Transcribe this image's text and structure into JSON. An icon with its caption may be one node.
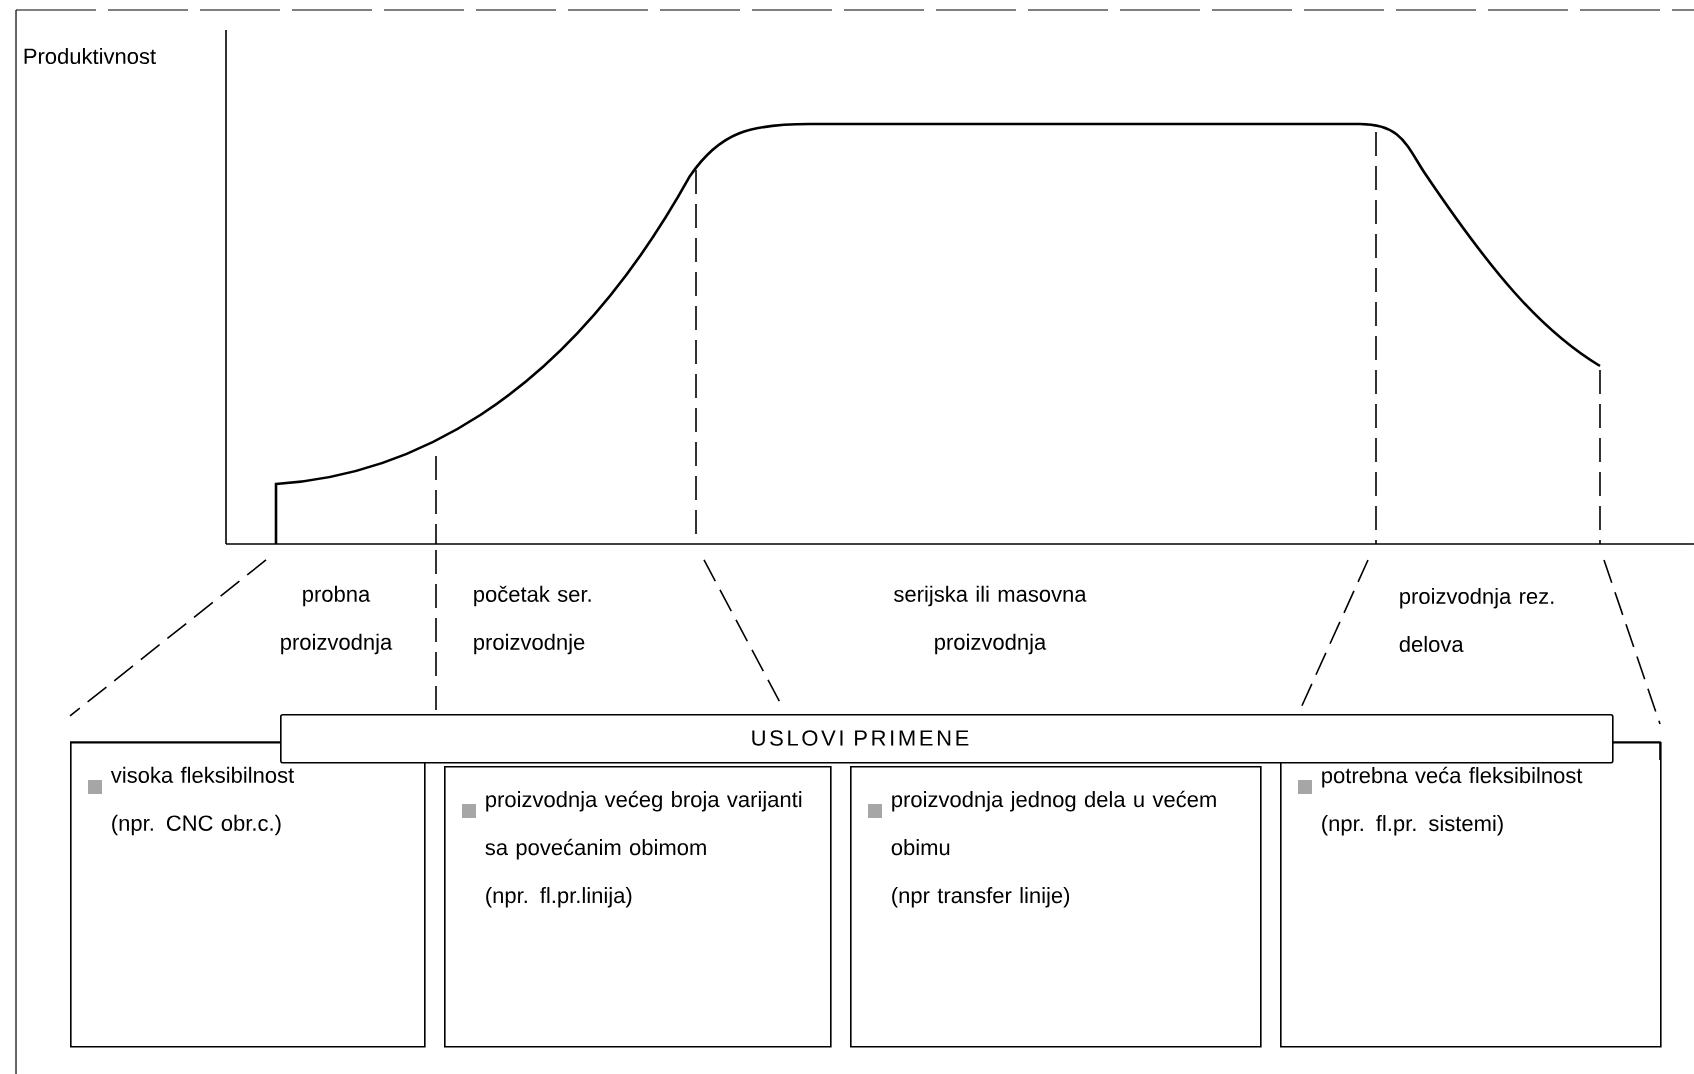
{
  "diagram": {
    "nodes": [
      {
        "text": [
          "USLOVI PRIMENE"
        ]
      },
      {
        "text": [
          "visoka fleksibilnost",
          "(npr. CNC obr.c.)"
        ]
      },
      {
        "text": [
          "proizvodnja većeg broja varijanti sa povećanim obimom",
          "(npr. fl.pr.linija)"
        ]
      },
      {
        "text": [
          "proizvodnja jednog dela u većem obimu",
          "(npr transfer linije)"
        ]
      },
      {
        "text": [
          "potrebna veća fleksibilnost",
          "(npr. fl.pr. sistemi)"
        ]
      }
    ],
    "labels": [
      "Produktivnost",
      "probna proizvodnja",
      "početak ser. proizvodnje",
      "serijska ili masovna proizvodnja",
      "proizvodnja rez. delova"
    ]
  }
}
